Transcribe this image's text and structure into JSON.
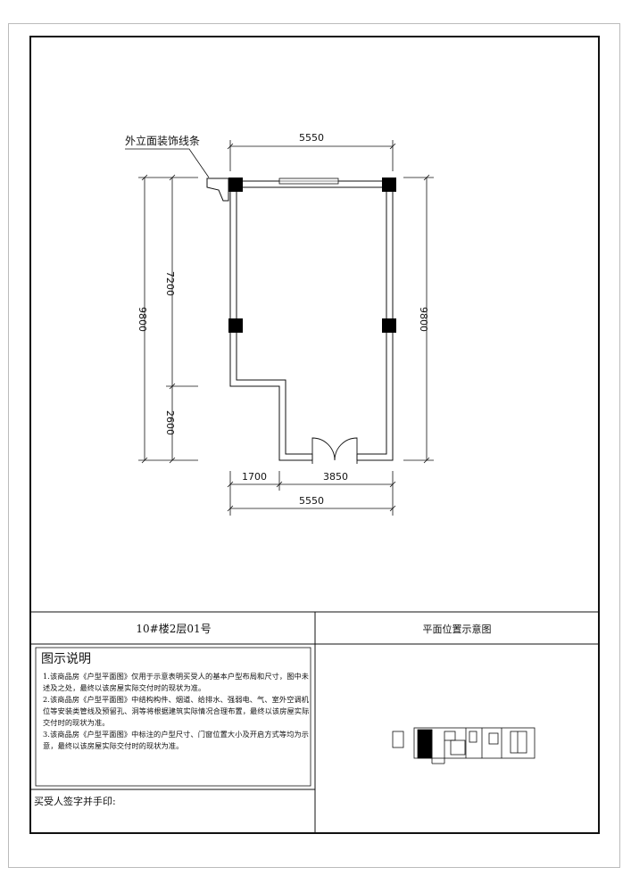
{
  "callout": {
    "label": "外立面装饰线条"
  },
  "dimensions": {
    "top_width": "5550",
    "left_total": "9800",
    "left_upper": "7200",
    "left_lower": "2600",
    "right_total": "9800",
    "bottom_left_segment": "1700",
    "bottom_right_segment": "3850",
    "bottom_width": "5550"
  },
  "title_block": {
    "unit_name": "10#楼2层01号",
    "location_title": "平面位置示意图"
  },
  "legend": {
    "title": "图示说明",
    "notes": [
      "1.该商品房《户型平面图》仅用于示意表明买受人的基本户型布局和尺寸，图中未述及之处，最终以该房屋实际交付时的现状为准。",
      "2.该商品房《户型平面图》中结构构件、烟道、给排水、强弱电、气、室外空调机位等安装类管线及预留孔、洞等将根据建筑实际情况合理布置，最终以该房屋实际交付时的现状为准。",
      "3.该商品房《户型平面图》中标注的户型尺寸、门窗位置大小及开启方式等均为示意，最终以该房屋实际交付时的现状为准。"
    ]
  },
  "signature": {
    "label": "买受人签字并手印:"
  },
  "colors": {
    "line": "#111111",
    "frame": "#bbbbbb",
    "column": "#000000"
  }
}
